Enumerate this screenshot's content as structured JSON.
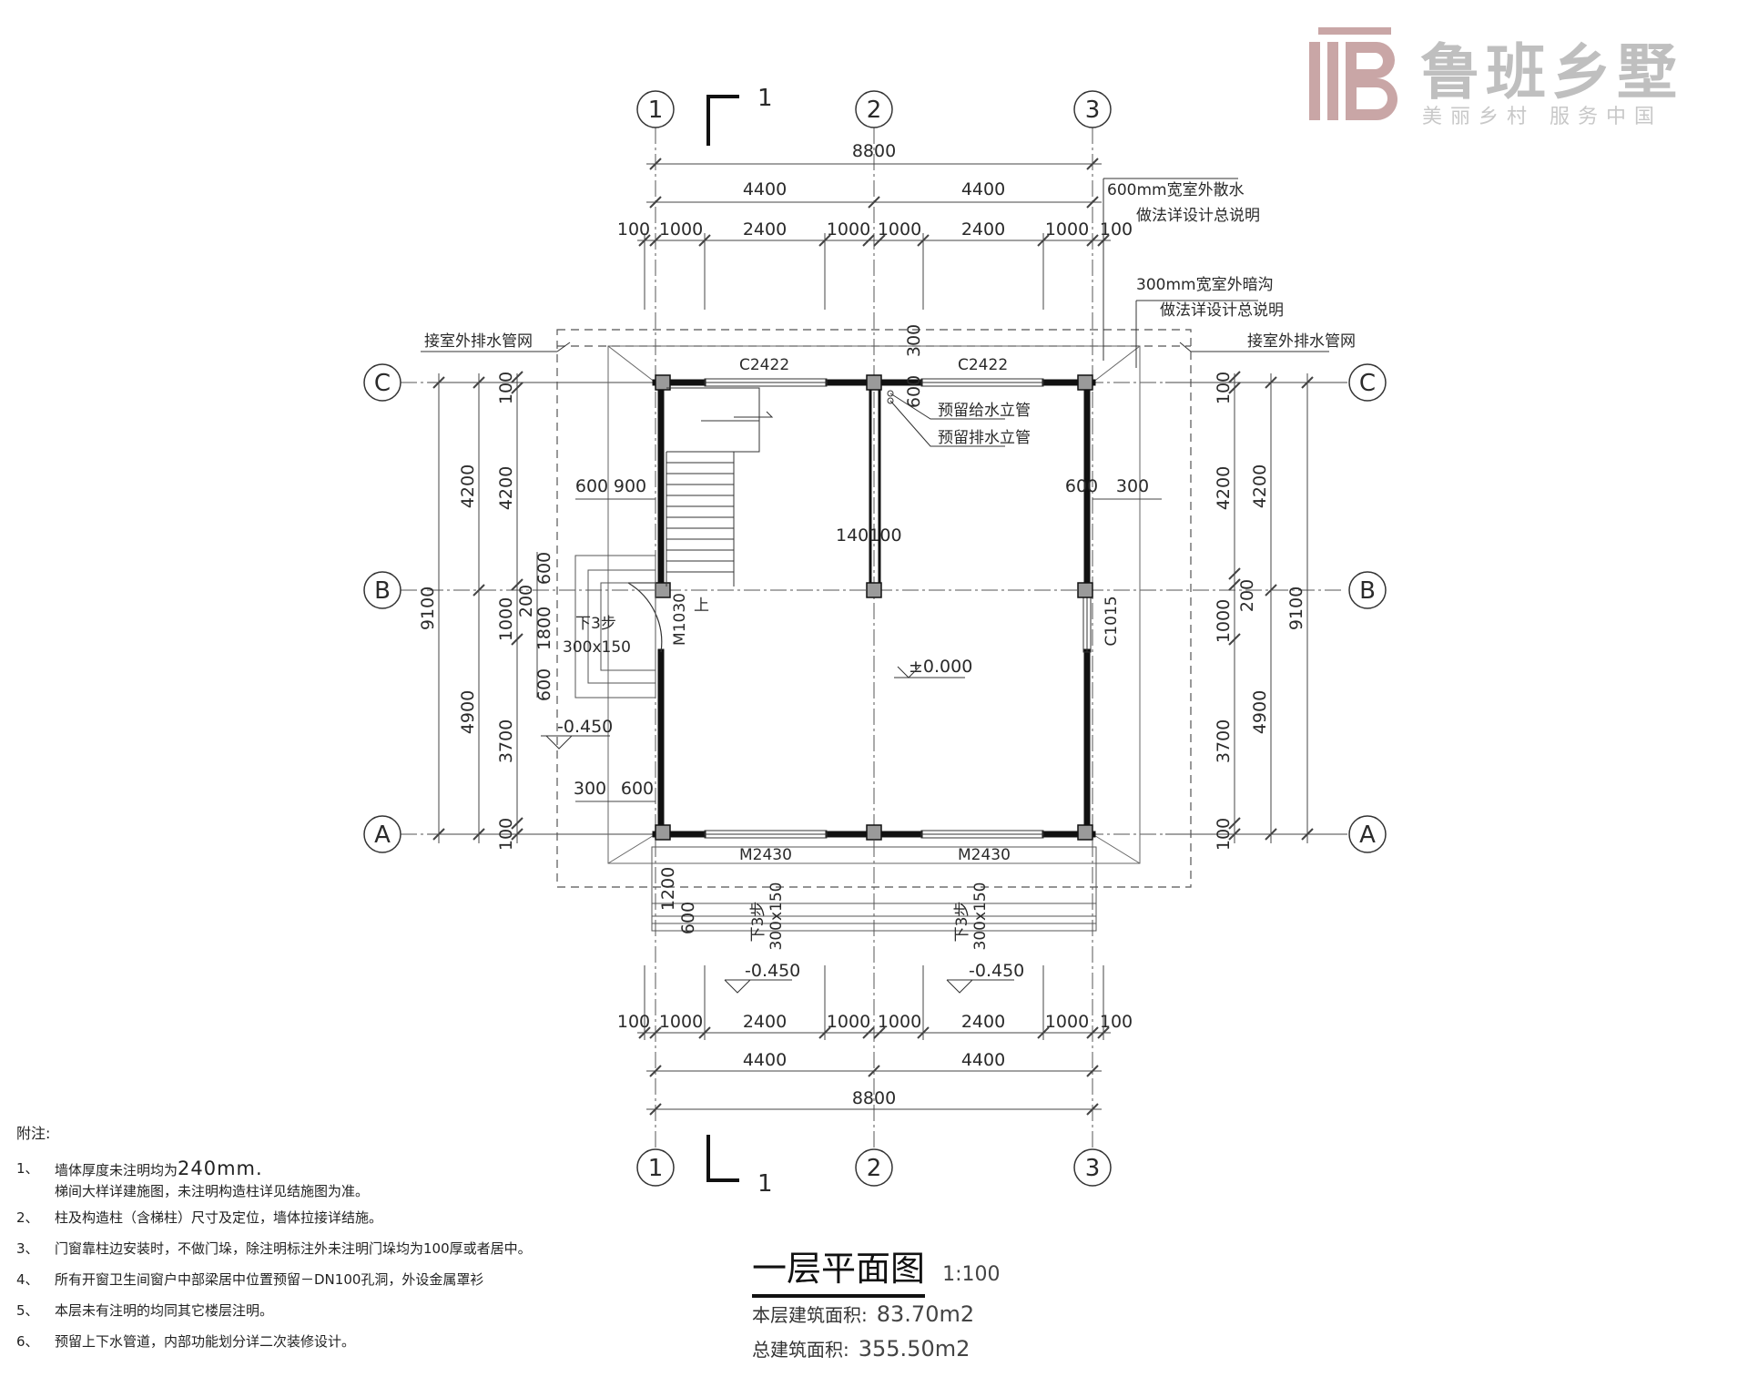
{
  "logo": {
    "name": "鲁班乡墅",
    "slogan": "美丽乡村  服务中国",
    "color": "#c9a6a6"
  },
  "axes": {
    "vertical": [
      "1",
      "2",
      "3"
    ],
    "horizontal": [
      "C",
      "B",
      "A"
    ]
  },
  "section_mark": "1",
  "dims": {
    "total": "8800",
    "bays": [
      "4400",
      "4400"
    ],
    "detail": [
      "100",
      "1000",
      "2400",
      "1000",
      "1000",
      "2400",
      "1000",
      "100"
    ],
    "left_outer": [
      "9100"
    ],
    "left_mid": [
      "4200",
      "4900"
    ],
    "left_inner": [
      "100",
      "4200",
      "1000",
      "3700",
      "100"
    ],
    "right_outer": [
      "9100"
    ],
    "right_mid": [
      "4200",
      "4900"
    ],
    "right_inner": [
      "100",
      "4200",
      "200",
      "1000",
      "3700",
      "100"
    ],
    "stair_side": [
      "600",
      "900",
      "600",
      "200",
      "1800",
      "600"
    ],
    "stair_bottom": [
      "300",
      "600"
    ],
    "right_wall": [
      "600",
      "300"
    ],
    "top_300": "300",
    "front": [
      "1200",
      "600"
    ],
    "col_600": "600",
    "col_140": "140100"
  },
  "labels": {
    "window_top": "C2422",
    "window_right": "C1015",
    "door_side": "M1030",
    "door_front": "M2430",
    "steps": "下3步",
    "step_size": "300x150",
    "up": "上",
    "water_supply": "预留给水立管",
    "water_drain": "预留排水立管",
    "drain_outlet": "接室外排水管网",
    "apron": "600mm宽室外散水",
    "apron_note": "做法详设计总说明",
    "ditch": "300mm宽室外暗沟",
    "ditch_note": "做法详设计总说明",
    "elev_floor": "±0.000",
    "elev_ground": "-0.450"
  },
  "notes": {
    "heading": "附注:",
    "items": [
      {
        "num": "1、",
        "text_a": "墙体厚度未注明均为",
        "text_b": "240mm.",
        "text_c": "梯间大样详建施图，未注明构造柱详见结施图为准。"
      },
      {
        "num": "2、",
        "text": "柱及构造柱（含梯柱）尺寸及定位，墙体拉接详结施。"
      },
      {
        "num": "3、",
        "text": "门窗靠柱边安装时，不做门垛，除注明标注外未注明门垛均为100厚或者居中。"
      },
      {
        "num": "4、",
        "text": "所有开窗卫生间窗户中部梁居中位置预留－DN100孔洞，外设金属罩衫"
      },
      {
        "num": "5、",
        "text": "本层未有注明的均同其它楼层注明。"
      },
      {
        "num": "6、",
        "text": "预留上下水管道，内部功能划分详二次装修设计。"
      }
    ]
  },
  "title": {
    "name": "一层平面图",
    "scale": "1:100",
    "floor_area_label": "本层建筑面积:",
    "floor_area": "83.70m2",
    "total_area_label": "总建筑面积:",
    "total_area": "355.50m2"
  }
}
